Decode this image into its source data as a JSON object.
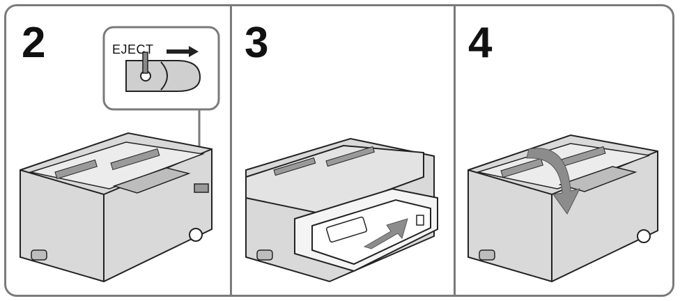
{
  "panels": [
    {
      "step": "2",
      "callout_label": "EJECT"
    },
    {
      "step": "3"
    },
    {
      "step": "4"
    }
  ],
  "colors": {
    "outline": "#7a7a7a",
    "device_fill": "#d9d9d9",
    "device_dark": "#9a9a9a",
    "arrow": "#8c8c8c"
  }
}
